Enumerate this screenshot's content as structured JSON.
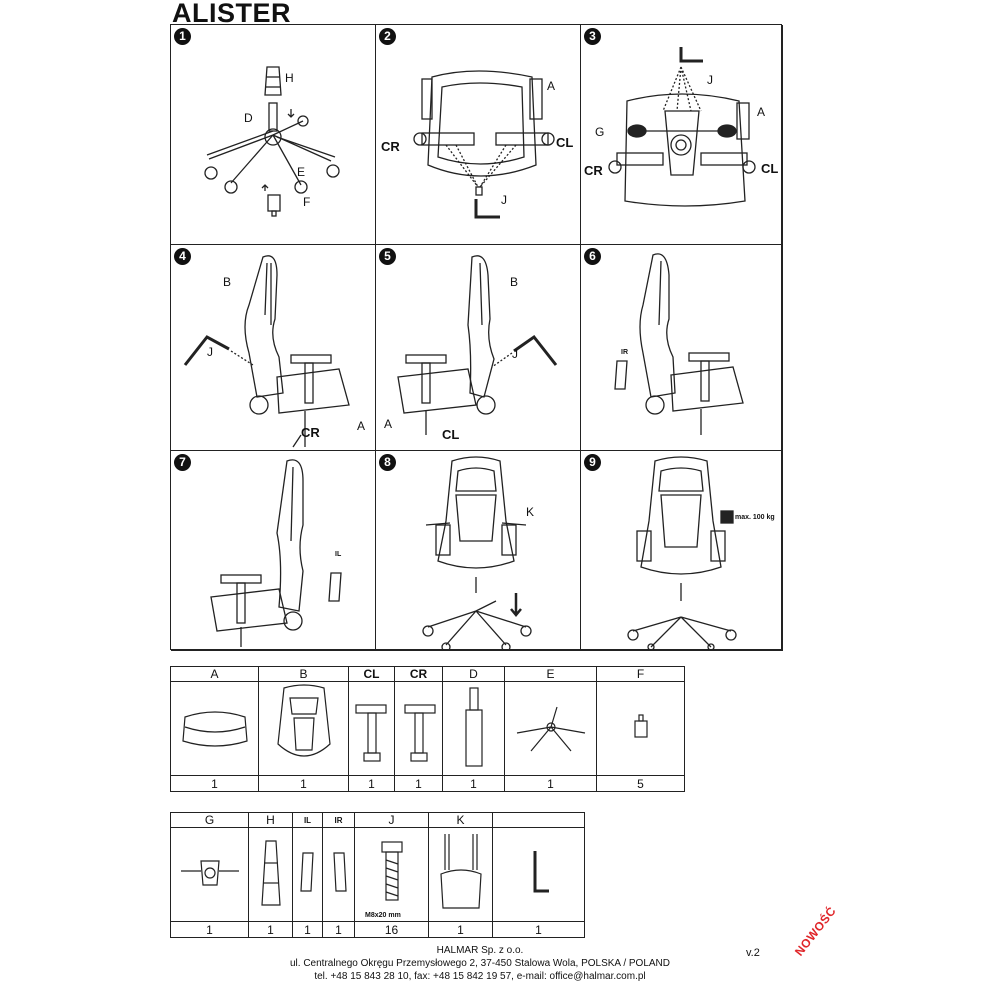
{
  "title": "ALISTER",
  "steps": [
    {
      "num": "1",
      "labels": [
        "H",
        "D",
        "E",
        "F"
      ]
    },
    {
      "num": "2",
      "labels": [
        "A",
        "CR",
        "CL",
        "J"
      ]
    },
    {
      "num": "3",
      "labels": [
        "J",
        "A",
        "G",
        "CR",
        "CL"
      ]
    },
    {
      "num": "4",
      "labels": [
        "B",
        "J",
        "CR",
        "A"
      ]
    },
    {
      "num": "5",
      "labels": [
        "B",
        "J",
        "A",
        "CL"
      ]
    },
    {
      "num": "6",
      "labels": [
        "IR"
      ]
    },
    {
      "num": "7",
      "labels": [
        "IL"
      ]
    },
    {
      "num": "8",
      "labels": [
        "K"
      ]
    },
    {
      "num": "9",
      "labels": [
        "max. 100 kg"
      ]
    }
  ],
  "parts_table_1": {
    "headers": [
      "A",
      "B",
      "CL",
      "CR",
      "D",
      "E",
      "F"
    ],
    "quantities": [
      "1",
      "1",
      "1",
      "1",
      "1",
      "1",
      "5"
    ]
  },
  "parts_table_2": {
    "headers": [
      "G",
      "H",
      "IL",
      "IR",
      "J",
      "K",
      ""
    ],
    "quantities": [
      "1",
      "1",
      "1",
      "1",
      "16",
      "1",
      "1"
    ],
    "bolt_label": "M8x20 mm"
  },
  "footer": {
    "company": "HALMAR Sp. z o.o.",
    "address": "ul. Centralnego Okręgu Przemysłowego 2, 37-450 Stalowa Wola, POLSKA / POLAND",
    "contact": "tel. +48 15 843 28 10, fax: +48 15 842 19 57, e-mail: office@halmar.com.pl"
  },
  "version": "v.2",
  "stamp": "NOWOŚĆ",
  "colors": {
    "line": "#222222",
    "stamp": "#e0262a"
  }
}
